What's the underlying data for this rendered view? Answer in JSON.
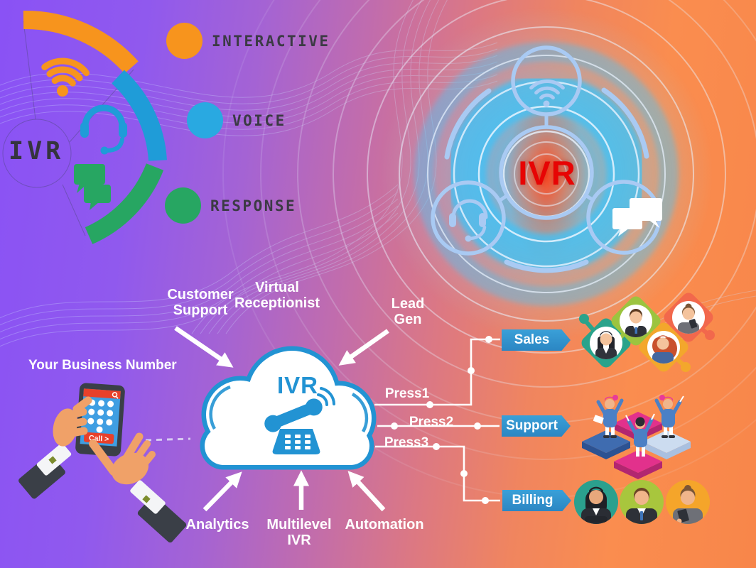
{
  "title": "IVR Infographic",
  "colors": {
    "background_purple": "#8a52f5",
    "background_orange": "#f88c4e",
    "cloud_blue": "#2293d3",
    "button_blue": "#2f93cf",
    "bullet_orange": "#f7941d",
    "bullet_blue": "#29a9e1",
    "bullet_green": "#27a662",
    "radial_stroke": "#a9caf3",
    "ivr_red": "#e70404"
  },
  "logo_badge": {
    "title": "IVR",
    "items": [
      {
        "label": "INTERACTIVE",
        "color": "#f7941d"
      },
      {
        "label": "VOICE",
        "color": "#29a9e1"
      },
      {
        "label": "RESPONSE",
        "color": "#27a662"
      }
    ]
  },
  "radial_diagram": {
    "title": "IVR",
    "icons": [
      "wifi-icon",
      "headset-icon",
      "chat-icon"
    ]
  },
  "cloud": {
    "title": "IVR",
    "icon": "phone-icon"
  },
  "phone": {
    "caption": "Your Business Number",
    "call_button": "Call >"
  },
  "inputs": {
    "customer_support": "Customer Support",
    "virtual_receptionist": "Virtual Receptionist",
    "lead_gen": "Lead Gen",
    "analytics": "Analytics",
    "multilevel_ivr": "Multilevel IVR",
    "automation": "Automation"
  },
  "menu": {
    "press1": {
      "label": "Press1",
      "target": "Sales"
    },
    "press2": {
      "label": "Press2",
      "target": "Support"
    },
    "press3": {
      "label": "Press3",
      "target": "Billing"
    }
  }
}
